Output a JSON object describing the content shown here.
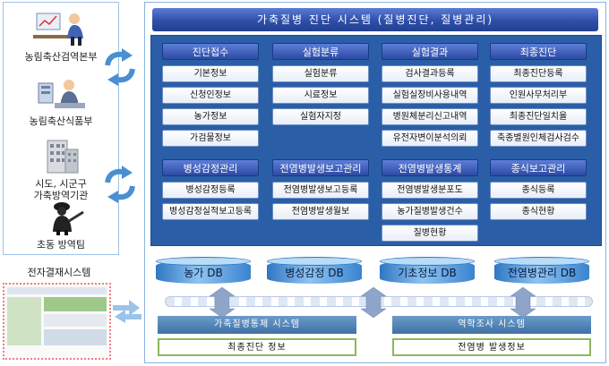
{
  "main": {
    "title": "가축질병 진단 시스템 (질병진단, 질병관리)"
  },
  "actors": [
    {
      "label": "농림축산검역본부",
      "icon": "person-computer-icon"
    },
    {
      "label": "농림축산식품부",
      "icon": "official-desk-icon"
    },
    {
      "label": "시도, 시군구",
      "label2": "가축방역기관",
      "icon": "building-icon"
    },
    {
      "label": "초동 방역팀",
      "icon": "quarantine-worker-icon"
    }
  ],
  "e_approval": {
    "title": "전자결재시스템"
  },
  "categories": [
    {
      "name": "진단접수",
      "items": [
        "기본정보",
        "신청인정보",
        "농가정보",
        "가검물정보"
      ]
    },
    {
      "name": "실험분류",
      "items": [
        "실험분류",
        "시료정보",
        "실험자지정"
      ]
    },
    {
      "name": "실험결과",
      "items": [
        "검사결과등록",
        "실험실장비사용내역",
        "병원체분리신고내역",
        "유전자변이분석의뢰"
      ]
    },
    {
      "name": "최종진단",
      "items": [
        "최종진단등록",
        "인원사무처리부",
        "최종진단일치율",
        "축종별원인체검사검수"
      ]
    },
    {
      "name": "병성감정관리",
      "items": [
        "병성감정등록",
        "병성감정실적보고등록"
      ]
    },
    {
      "name": "전염병발생보고관리",
      "items": [
        "전염병발생보고등록",
        "전염병발생월보"
      ]
    },
    {
      "name": "전염병발생통계",
      "items": [
        "전염병발생분포도",
        "농가질병발생건수",
        "질병현황"
      ]
    },
    {
      "name": "종식보고관리",
      "items": [
        "종식등록",
        "종식현황"
      ]
    }
  ],
  "databases": [
    "농가 DB",
    "병성감정 DB",
    "기초정보 DB",
    "전염병관리 DB"
  ],
  "systems": [
    {
      "name": "가축질병통제 시스템",
      "info": "최종진단 정보"
    },
    {
      "name": "역학조사 시스템",
      "info": "전염병 발생정보"
    }
  ]
}
